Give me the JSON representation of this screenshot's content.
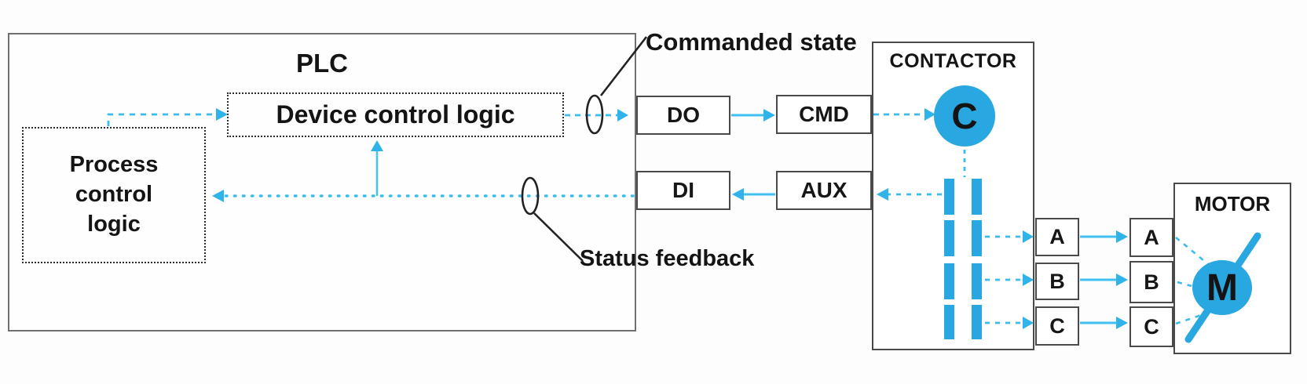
{
  "plc": {
    "title": "PLC",
    "process_logic_label": "Process\ncontrol\nlogic",
    "device_logic_label": "Device control logic"
  },
  "io": {
    "digital_output": "DO",
    "digital_input": "DI",
    "command": "CMD",
    "auxiliary": "AUX"
  },
  "annotations": {
    "commanded_state": "Commanded state",
    "status_feedback": "Status feedback"
  },
  "contactor": {
    "title": "CONTACTOR",
    "coil_symbol": "C",
    "phases": [
      "A",
      "B",
      "C"
    ]
  },
  "motor": {
    "title": "MOTOR",
    "symbol": "M",
    "phases": [
      "A",
      "B",
      "C"
    ]
  },
  "colors": {
    "accent_fill": "#29A7E0",
    "arrow_cyan": "#3BBCEE",
    "line_dark": "#222222"
  }
}
